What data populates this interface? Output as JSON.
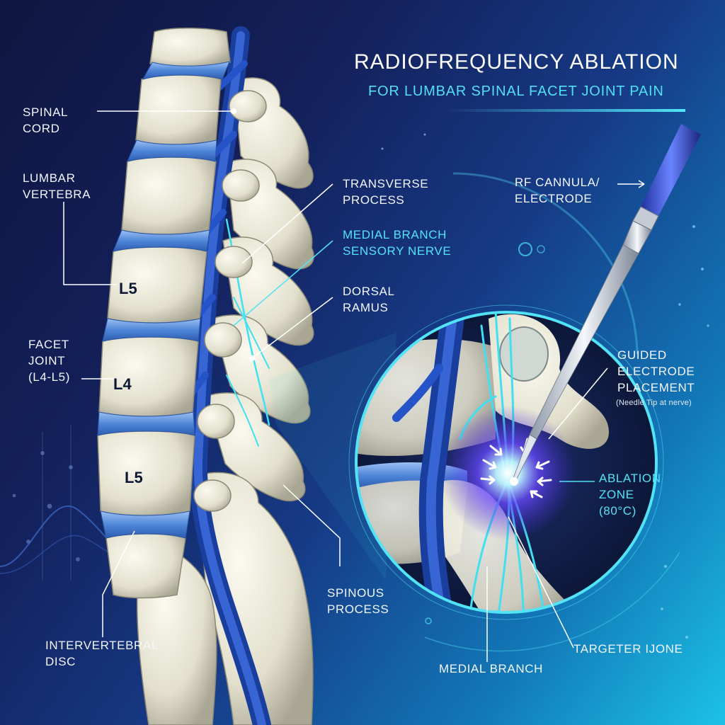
{
  "title": "RADIOFREQUENCY ABLATION",
  "subtitle": "FOR LUMBAR SPINAL FACET JOINT PAIN",
  "labels": {
    "spinal_cord": [
      "SPINAL",
      "CORD"
    ],
    "lumbar_vertebra": [
      "LUMBAR",
      "VERTEBRA"
    ],
    "facet_joint": [
      "FACET",
      "JOINT",
      "(L4-L5)"
    ],
    "intervertebral_disc": [
      "INTERVERTEBRAL",
      "DISC"
    ],
    "transverse_process": [
      "TRANSVERSE",
      "PROCESS"
    ],
    "medial_branch_sensory_nerve": [
      "MEDIAL BRANCH",
      "SENSORY NERVE"
    ],
    "dorsal_ramus": [
      "DORSAL",
      "RAMUS"
    ],
    "spinous_process": [
      "SPINOUS",
      "PROCESS"
    ],
    "rf_cannula": [
      "RF CANNULA/",
      "ELECTRODE"
    ],
    "guided_electrode": [
      "GUIDED",
      "ELECTRODE",
      "PLACEMENT"
    ],
    "needle_tip_note": "(Needle Tip at nerve)",
    "ablation_zone": [
      "ABLATION",
      "ZONE",
      "(80°C)"
    ],
    "targeted_zone": "TARGETER IJONE",
    "medial_branch": "MEDIAL BRANCH"
  },
  "vertebra_levels": [
    "L5",
    "L4",
    "L5"
  ],
  "colors": {
    "bone": "#e4e2d2",
    "disc": "#4f86d8",
    "nerve": "#1e56c8",
    "nerve_branch": "#3fe0f0",
    "ablation_glow": "#7a4bff",
    "accent": "#53e3f6"
  }
}
